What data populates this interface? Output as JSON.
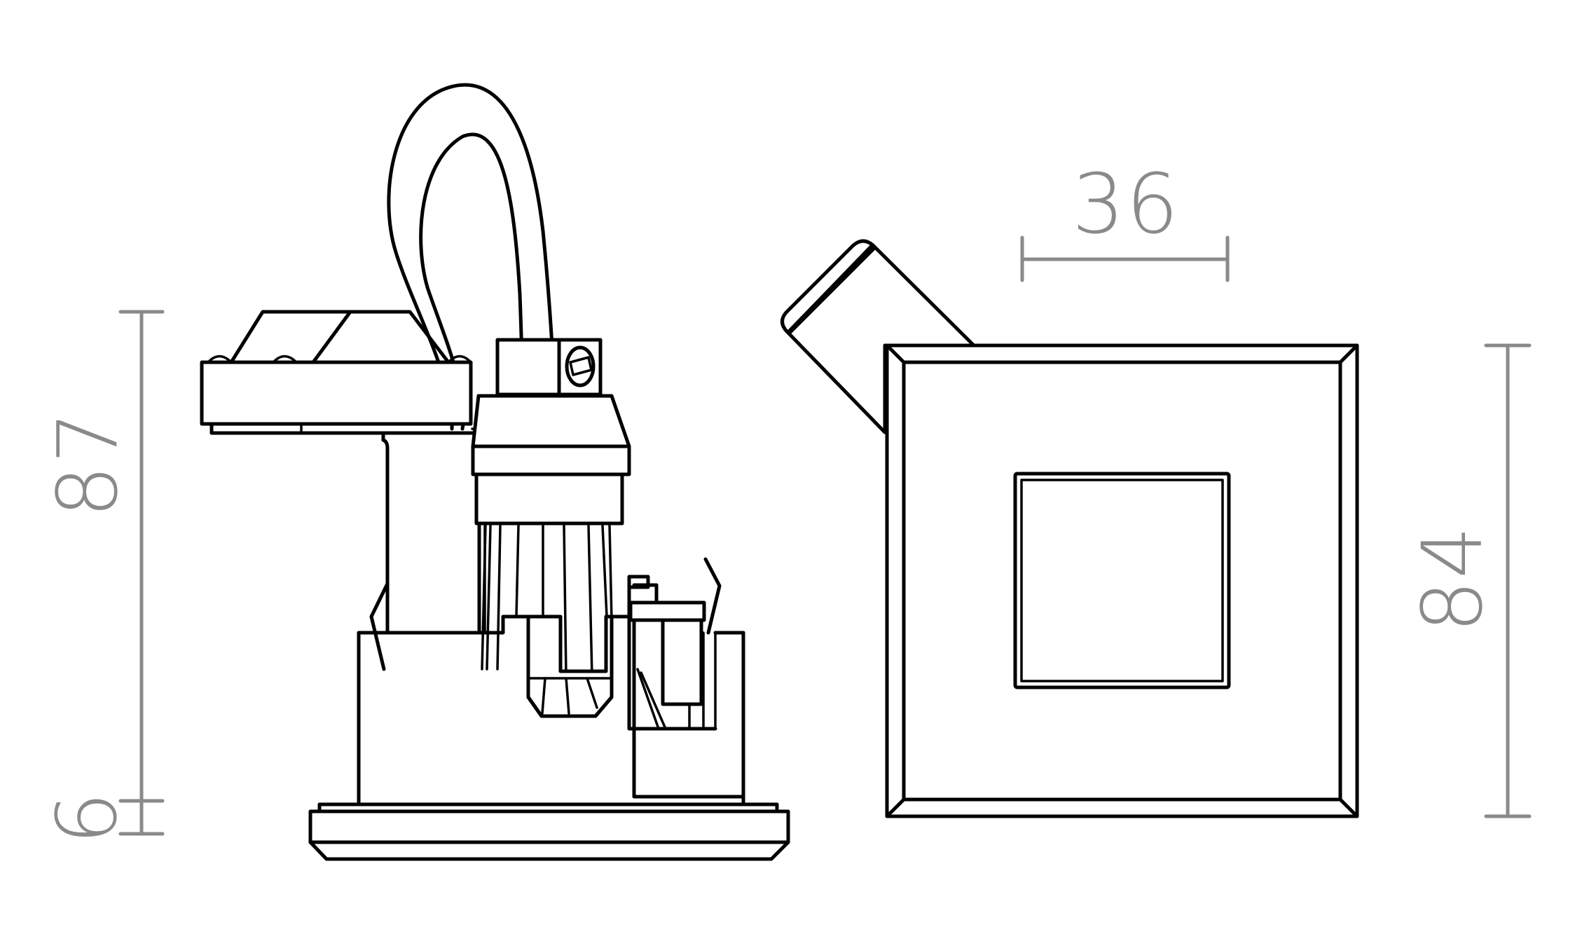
{
  "drawing": {
    "type": "technical dimension drawing",
    "subject": "recessed downlight, side view and front view",
    "line_color": "#000000",
    "dimension_color": "#8a8a8a"
  },
  "dimensions": {
    "side_total_height": {
      "label": "87",
      "orientation": "vertical"
    },
    "side_bezel_height": {
      "label": "6",
      "orientation": "vertical"
    },
    "front_aperture_width": {
      "label": "36",
      "orientation": "horizontal"
    },
    "front_outer_size": {
      "label": "84",
      "orientation": "vertical"
    }
  },
  "views": [
    {
      "name": "side-view"
    },
    {
      "name": "front-view"
    }
  ]
}
